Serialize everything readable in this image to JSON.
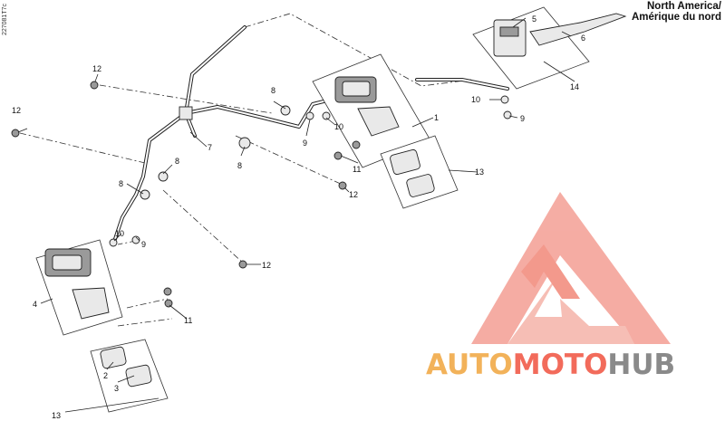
{
  "diagram": {
    "side_code": "227081T7c",
    "region": {
      "line1": "North America/",
      "line2": "Amérique du nord"
    },
    "callouts": {
      "c1": "1",
      "c2": "2",
      "c3": "3",
      "c4": "4",
      "c5": "5",
      "c6": "6",
      "c7": "7",
      "c8a": "8",
      "c8b": "8",
      "c8c": "8",
      "c8d": "8",
      "c9a": "9",
      "c9b": "9",
      "c9c": "9",
      "c10a": "10",
      "c10b": "10",
      "c10c": "10",
      "c11a": "11",
      "c11b": "11",
      "c12a": "12",
      "c12b": "12",
      "c12c": "12",
      "c12d": "12",
      "c13a": "13",
      "c13b": "13",
      "c14": "14"
    }
  },
  "watermark": {
    "part1": "AUTO",
    "part2": "MOTO",
    "part3": "HUB",
    "colors": {
      "orange": "#f2b25a",
      "red": "#f26b5b",
      "gray": "#8a8a8a",
      "logo": "#f4a49a"
    }
  }
}
